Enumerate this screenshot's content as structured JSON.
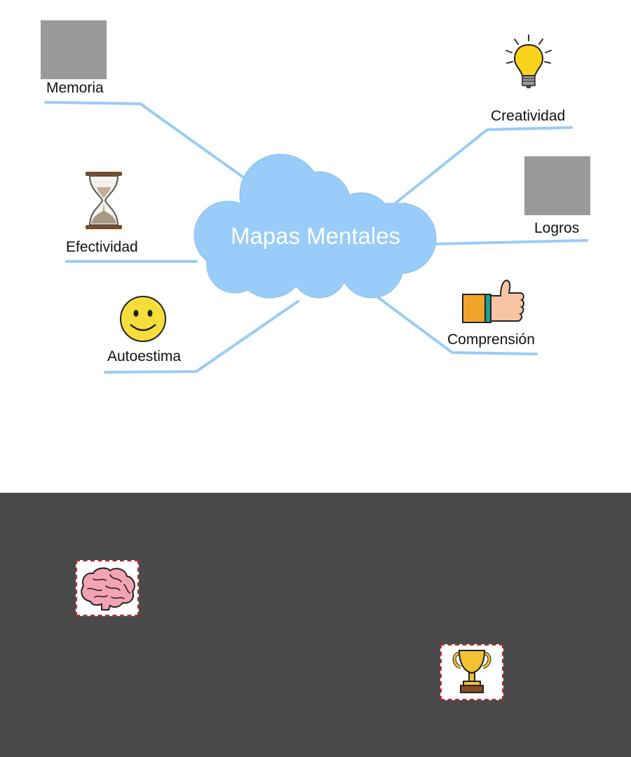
{
  "center": {
    "title": "Mapas Mentales"
  },
  "branches": [
    {
      "id": "memoria",
      "label": "Memoria",
      "icon": "image-placeholder"
    },
    {
      "id": "efectividad",
      "label": "Efectividad",
      "icon": "hourglass-icon"
    },
    {
      "id": "autoestima",
      "label": "Autoestima",
      "icon": "smiley-face-icon"
    },
    {
      "id": "creatividad",
      "label": "Creatividad",
      "icon": "light-bulb-icon"
    },
    {
      "id": "logros",
      "label": "Logros",
      "icon": "image-placeholder"
    },
    {
      "id": "comprension",
      "label": "Comprensión",
      "icon": "thumbs-up-icon"
    }
  ],
  "palette": {
    "items": [
      {
        "name": "brain-icon"
      },
      {
        "name": "trophy-icon"
      }
    ]
  },
  "colors": {
    "branch_line": "#99ccf5",
    "cloud": "#99ccf9",
    "placeholder": "#9a9a9a",
    "palette_bg": "#4a4a4a",
    "tile_border": "#c0262d"
  }
}
